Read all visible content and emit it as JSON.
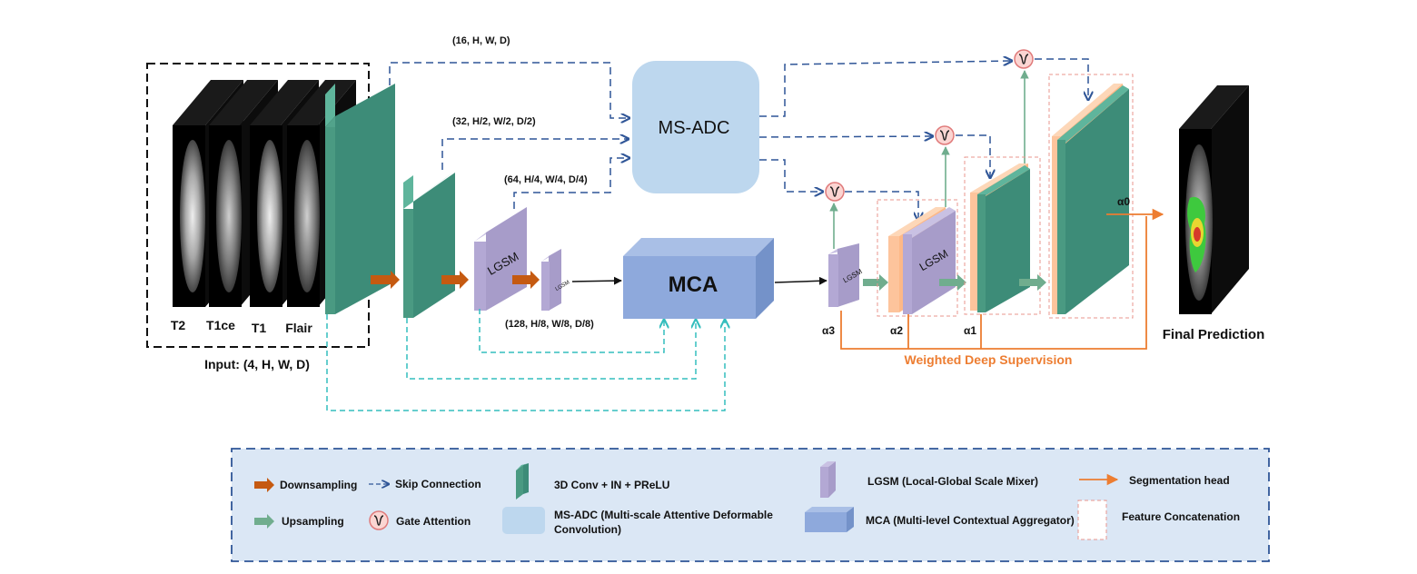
{
  "input": {
    "modalities": [
      "T2",
      "T1ce",
      "T1",
      "Flair"
    ],
    "caption": "Input: (4, H, W, D)"
  },
  "shapes": {
    "s1": "(16, H, W, D)",
    "s2": "(32, H/2, W/2, D/2)",
    "s3": "(64, H/4, W/4, D/4)",
    "s4": "(128, H/8, W/8, D/8)"
  },
  "blocks": {
    "msadc": "MS-ADC",
    "mca": "MCA",
    "lgsm": "LGSM"
  },
  "alphas": [
    "α3",
    "α2",
    "α1",
    "α0"
  ],
  "supervision_label": "Weighted Deep Supervision",
  "output_label": "Final Prediction",
  "legend": {
    "downsampling": "Downsampling",
    "skip": "Skip Connection",
    "conv": "3D Conv + IN + PReLU",
    "lgsm": "LGSM (Local-Global Scale Mixer)",
    "seghead": "Segmentation head",
    "upsampling": "Upsampling",
    "gate": "Gate Attention",
    "msadc_line1": "MS-ADC (Multi-scale Attentive Deformable",
    "msadc_line2": "Convolution)",
    "mca": "MCA (Multi-level Contextual Aggregator)",
    "concat": "Feature Concatenation"
  },
  "colors": {
    "conv": "#3d8c78",
    "conv_top": "#5fb59c",
    "lgsm": "#b3a8d4",
    "mca": "#8ea9dc",
    "msadc": "#bdd7ee",
    "down_arrow": "#c55a11",
    "up_arrow": "#70ad8e",
    "skip_blue": "#2f5597",
    "skip_cyan": "#33bdbd",
    "seg_orange": "#ed7d31",
    "concat_orange": "#fdc49c",
    "legend_bg": "#dbe7f5"
  }
}
